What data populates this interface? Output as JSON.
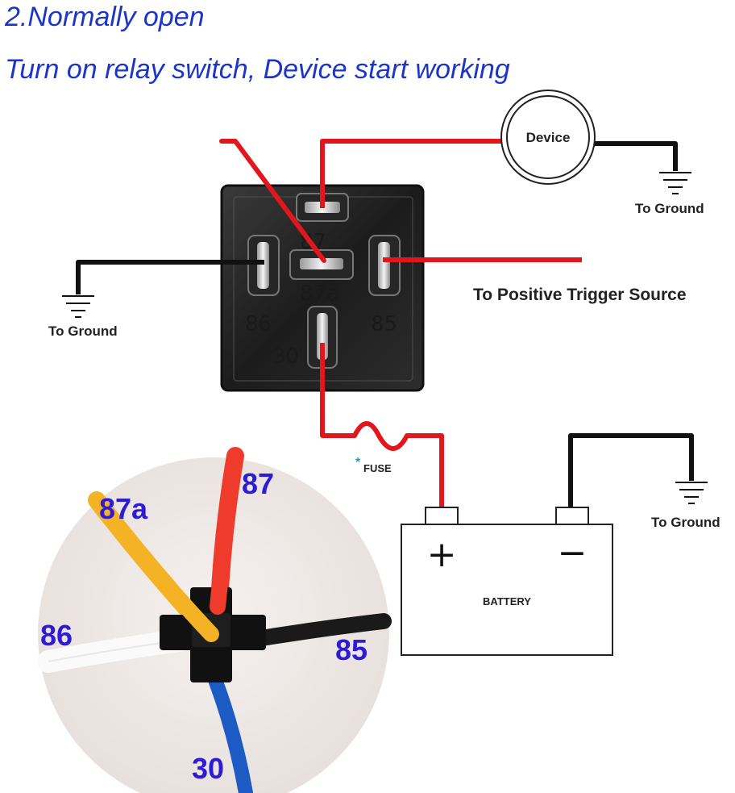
{
  "heading": {
    "line1": "2.Normally open",
    "line2": "Turn on relay switch, Device start working"
  },
  "device": {
    "label": "Device"
  },
  "relay": {
    "pins": {
      "p87": "87",
      "p87a": "87a",
      "p86": "86",
      "p85": "85",
      "p30": "30"
    }
  },
  "labels": {
    "ground_device": "To Ground",
    "ground_left": "To Ground",
    "trigger": "To Positive Trigger Source",
    "fuse": "FUSE",
    "fuse_mark": "*",
    "ground_battery": "To Ground"
  },
  "battery": {
    "label": "BATTERY",
    "plus": "+",
    "minus": "−"
  },
  "photo": {
    "p87": "87",
    "p87a": "87a",
    "p86": "86",
    "p85": "85",
    "p30": "30"
  },
  "colors": {
    "heading": "#1c35c9",
    "wire_positive": "#e3161d",
    "wire_ground": "#111111",
    "photo_labels": "#2e1bd6",
    "wire_87": "#ee3b2c",
    "wire_87a": "#f4b324",
    "wire_86": "#f2f2f2",
    "wire_85": "#1a1a1a",
    "wire_30": "#1c5bc4"
  }
}
